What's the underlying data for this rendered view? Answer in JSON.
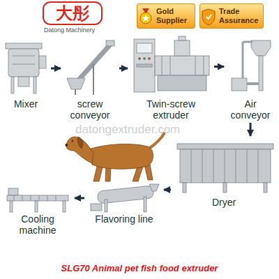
{
  "diagram": {
    "caption": "SLG70 Animal pet fish food extruder",
    "nodes": [
      {
        "text": [
          "Gold Supplier"
        ]
      },
      {
        "text": [
          "Trade Assurance"
        ]
      },
      {
        "text": [
          "Mixer"
        ]
      },
      {
        "text": [
          "screw conveyor"
        ]
      },
      {
        "text": [
          "Twin-screw extruder"
        ]
      },
      {
        "text": [
          "Air conveyor"
        ]
      },
      {
        "text": [
          "Dryer"
        ]
      },
      {
        "text": [
          "Flavoring line"
        ]
      },
      {
        "text": [
          "Cooling machine"
        ]
      }
    ],
    "edges": [
      {
        "from": 2,
        "to": 3,
        "arrow": "to"
      },
      {
        "from": 3,
        "to": 4,
        "arrow": "to"
      },
      {
        "from": 4,
        "to": 5,
        "arrow": "to"
      },
      {
        "from": 5,
        "to": 6,
        "arrow": "to"
      },
      {
        "from": 6,
        "to": 7,
        "arrow": "to"
      },
      {
        "from": 7,
        "to": 8,
        "arrow": "to"
      }
    ],
    "labels": [
      "大彤",
      "Datong Machinery",
      "datongextruder.com"
    ]
  }
}
